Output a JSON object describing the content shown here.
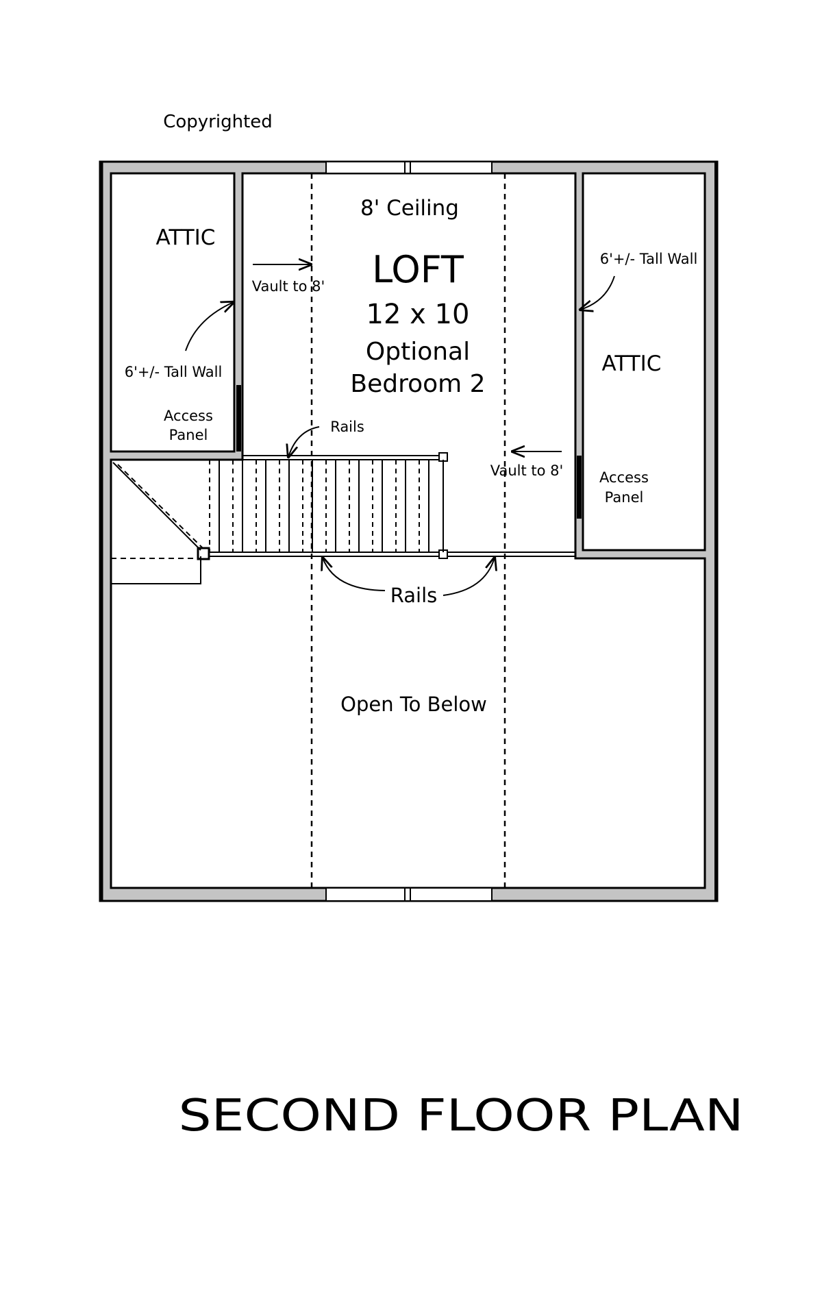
{
  "copyright": "Copyrighted",
  "loft": {
    "ceiling": "8' Ceiling",
    "title": "LOFT",
    "dimensions": "12 x 10",
    "optional_line1": "Optional",
    "optional_line2": "Bedroom 2"
  },
  "left_attic": {
    "title": "ATTIC",
    "wall_note": "6'+/- Tall Wall",
    "access_line1": "Access",
    "access_line2": "Panel",
    "vault_note": "Vault to 8'"
  },
  "right_attic": {
    "title": "ATTIC",
    "wall_note": "6'+/- Tall Wall",
    "access_line1": "Access",
    "access_line2": "Panel",
    "vault_note": "Vault to 8'"
  },
  "rails_top": "Rails",
  "rails_bottom": "Rails",
  "open_below": "Open To Below",
  "plan_title": "SECOND FLOOR PLAN",
  "colors": {
    "wall_hatch": "#c4c4c4",
    "line": "#000000"
  }
}
